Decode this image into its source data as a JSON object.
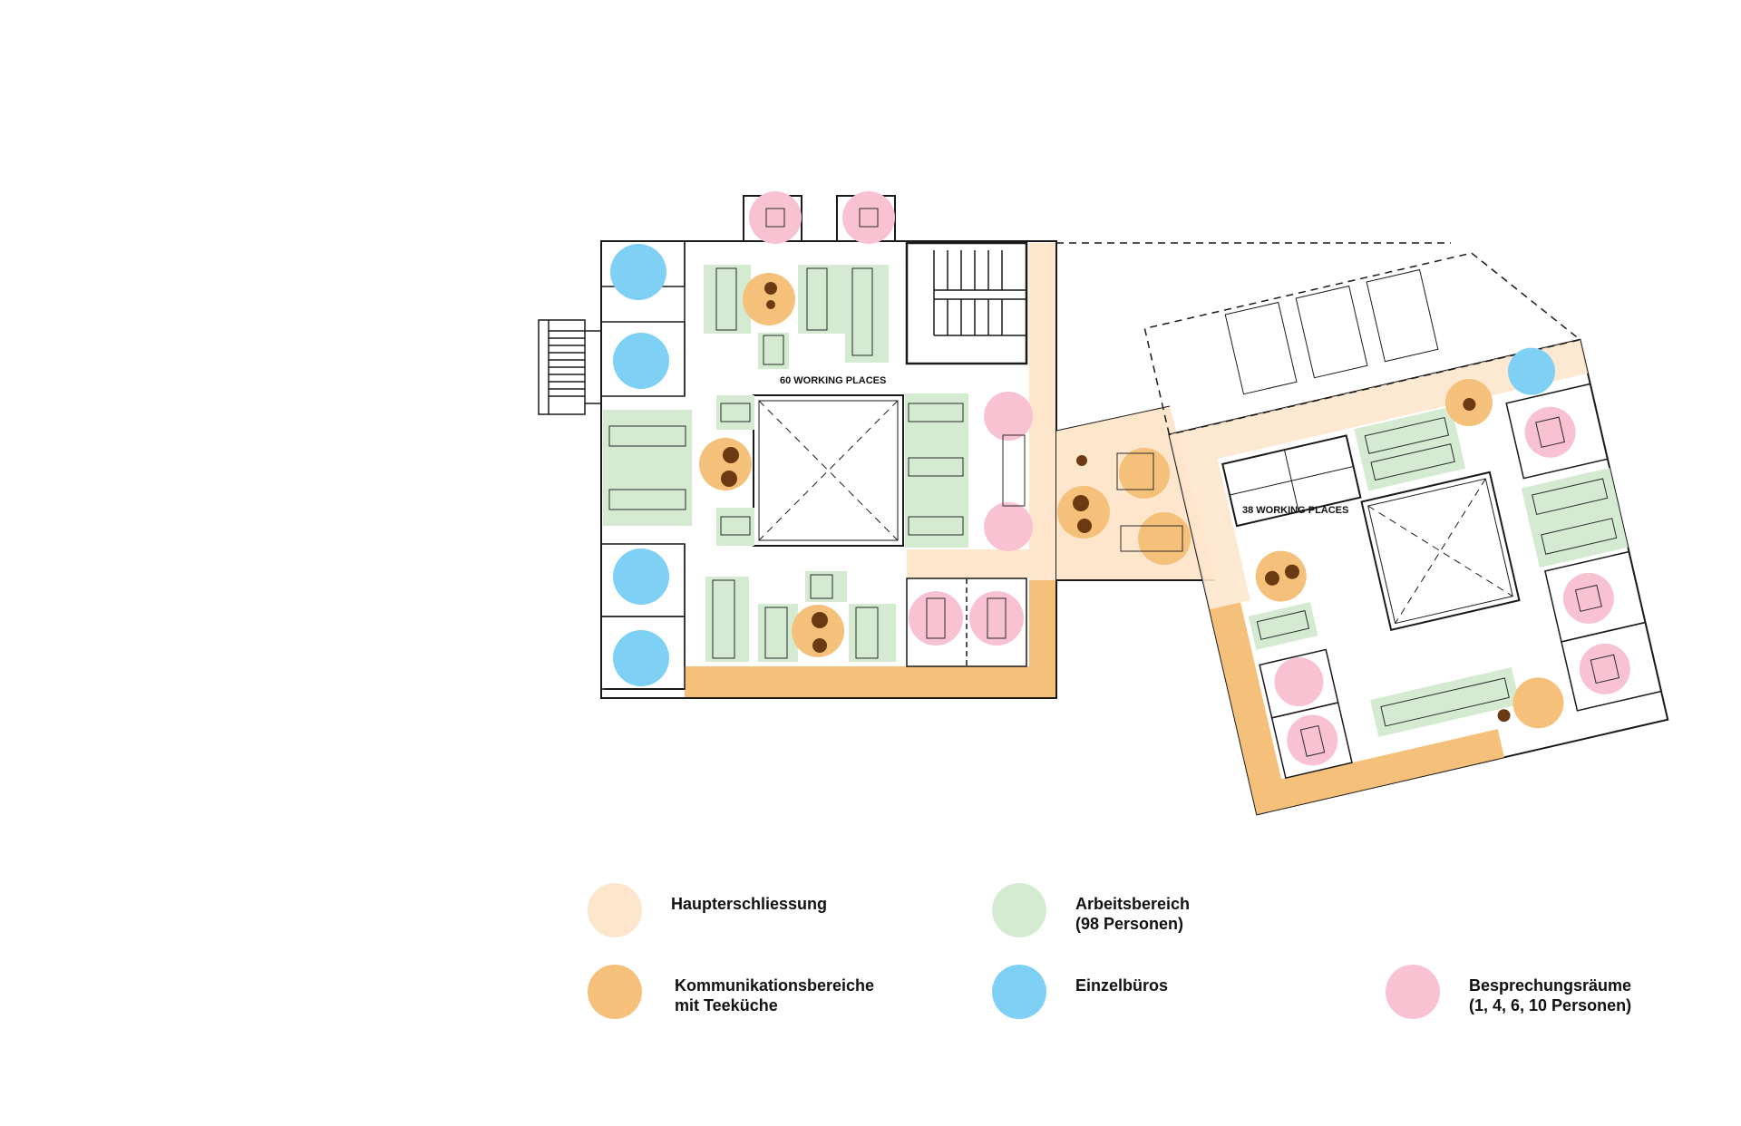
{
  "colors": {
    "haupterschliessung": "#fde6cc",
    "kommunikation": "#f5c07a",
    "arbeitsbereich": "#d4ebd2",
    "einzelbueros": "#7fd0f5",
    "besprechung": "#f8c2d3",
    "wall": "#1a1a1a",
    "coffee": "#6b3a12"
  },
  "plan": {
    "left_label": "60 WORKING PLACES",
    "right_label": "38 WORKING PLACES"
  },
  "legend": [
    {
      "key": "haupterschliessung",
      "label": "Haupterschliessung"
    },
    {
      "key": "arbeitsbereich",
      "label": "Arbeitsbereich\n(98 Personen)"
    },
    {
      "key": "kommunikation",
      "label": "Kommunikationsbereiche\nmit Teeküche"
    },
    {
      "key": "einzelbueros",
      "label": "Einzelbüros"
    },
    {
      "key": "besprechung",
      "label": "Besprechungsräume\n(1, 4, 6, 10 Personen)"
    }
  ]
}
